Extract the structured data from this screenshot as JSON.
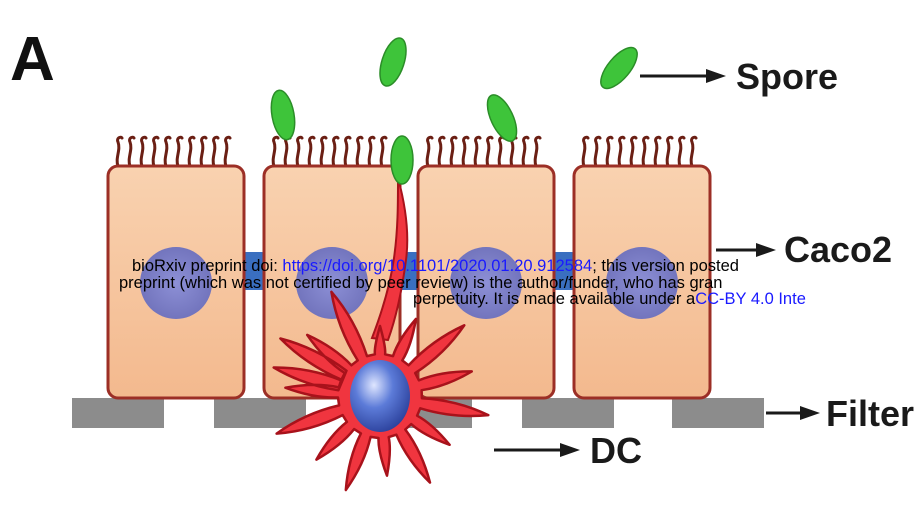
{
  "panel_letter": "A",
  "labels": {
    "spore": "Spore",
    "caco2": "Caco2",
    "filter": "Filter",
    "dc": "DC"
  },
  "preprint": {
    "line1_prefix": "bioRxiv preprint doi: ",
    "doi_link": "https://doi.org/10.1101/2020.01.20.912584",
    "line1_suffix": "; this version posted",
    "line2": "preprint (which was not certified by peer review) is the author/funder, who has gran",
    "line3_prefix": "perpetuity. It is made available under a",
    "license_link": "CC-BY 4.0 Inte"
  },
  "colors": {
    "spore": "#3ec43a",
    "cell_fill": "#f7c9a3",
    "cell_border": "#9c2f26",
    "nucleus": "#7f82c8",
    "dc": "#f0353f",
    "dc_nucleus": "#3d5bc4",
    "filter": "#8c8c8c",
    "tight_junction": "#3a6fc0",
    "link": "#1a1aff"
  }
}
